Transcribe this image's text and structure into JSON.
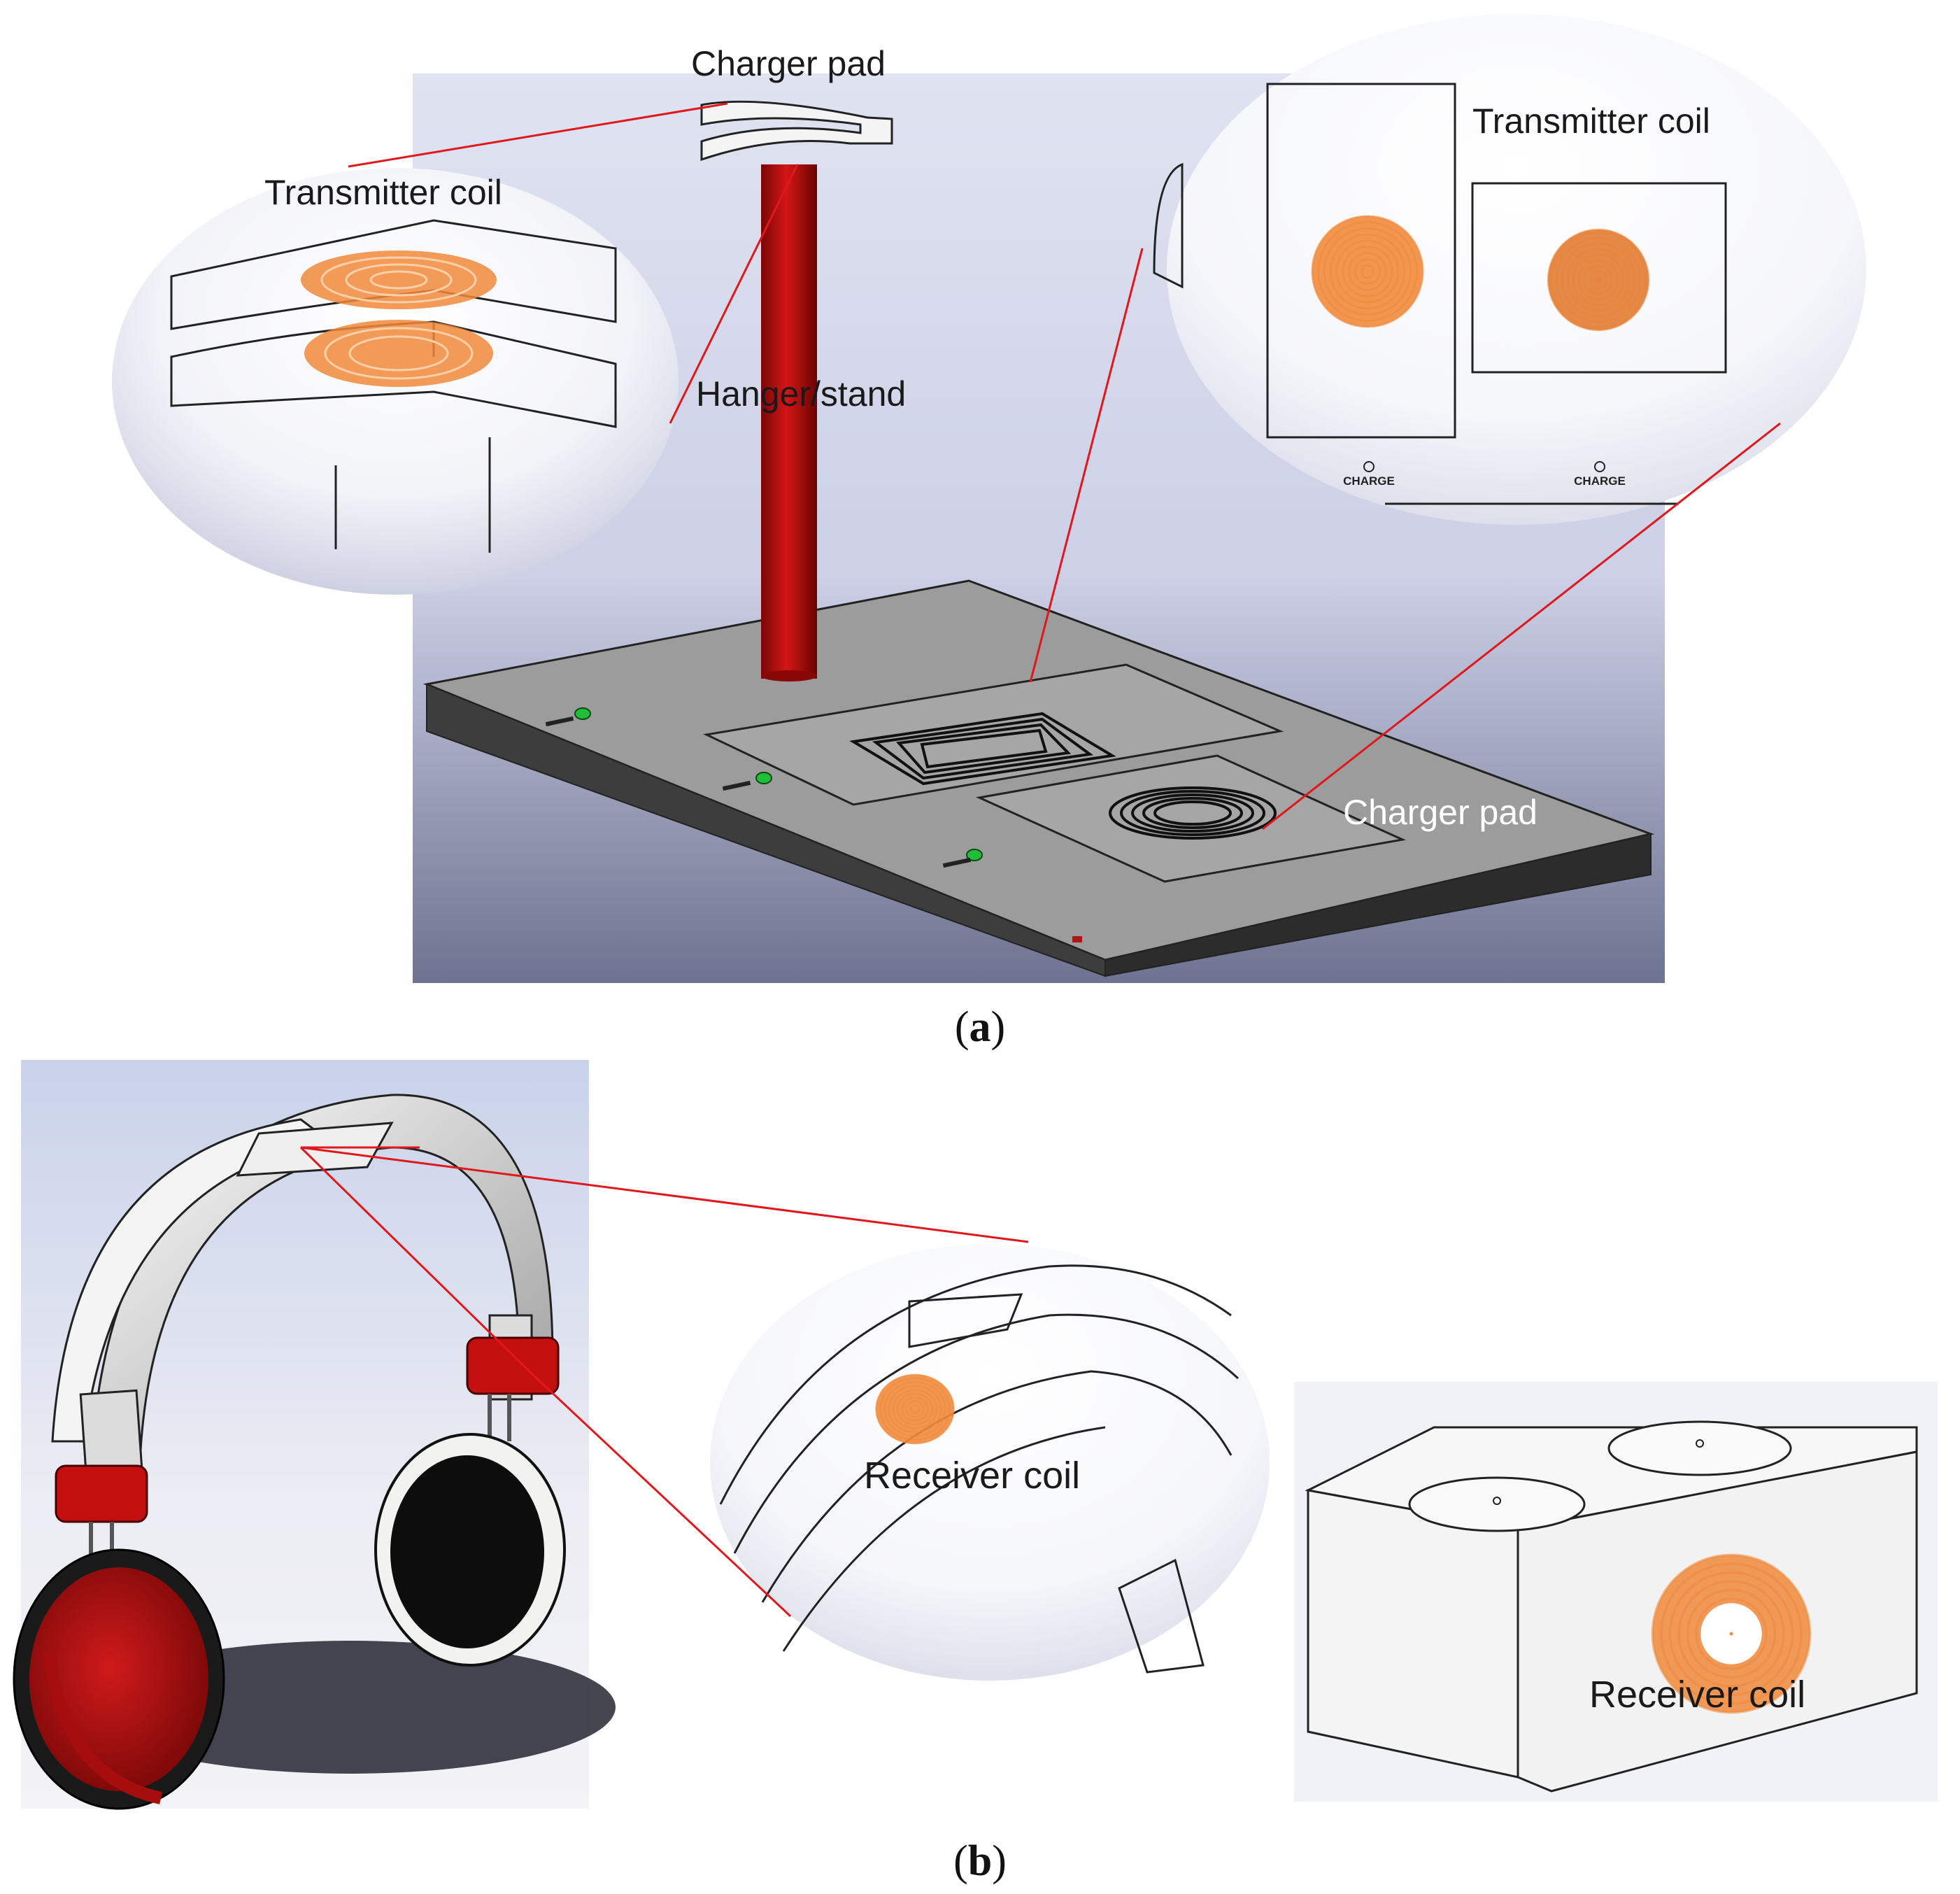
{
  "panel_a": {
    "caption_letter": "a",
    "label_charger_pad_top": "Charger pad",
    "label_transmitter_coil_left": "Transmitter coil",
    "label_hanger_stand": "Hanger/stand",
    "label_transmitter_coil_right": "Transmitter coil",
    "label_charger_pad_base": "Charger pad",
    "charge_label": "CHARGE"
  },
  "panel_b": {
    "caption_letter": "b",
    "label_receiver_coil_headband": "Receiver coil",
    "label_receiver_coil_block": "Receiver coil"
  },
  "colors": {
    "coil": "#f08a3c",
    "hanger": "#b30d0d",
    "leader_line": "#e0181c",
    "base_top": "#9a9a9a",
    "indicator": "#1fbf3a"
  }
}
